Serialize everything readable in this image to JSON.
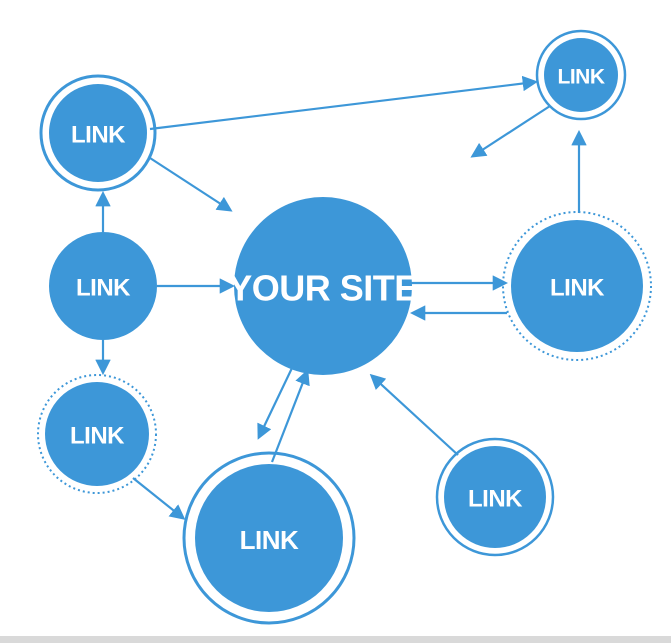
{
  "colors": {
    "node_fill": "#3d97d8",
    "ring": "#3d97d8",
    "edge": "#3d97d8",
    "label": "#ffffff",
    "background": "#ffffff"
  },
  "nodes": {
    "center": {
      "label": "YOUR SITE"
    },
    "top_left": {
      "label": "LINK"
    },
    "mid_left": {
      "label": "LINK"
    },
    "lower_left": {
      "label": "LINK"
    },
    "bottom_center": {
      "label": "LINK"
    },
    "bottom_right": {
      "label": "LINK"
    },
    "mid_right": {
      "label": "LINK"
    },
    "top_right": {
      "label": "LINK"
    }
  }
}
